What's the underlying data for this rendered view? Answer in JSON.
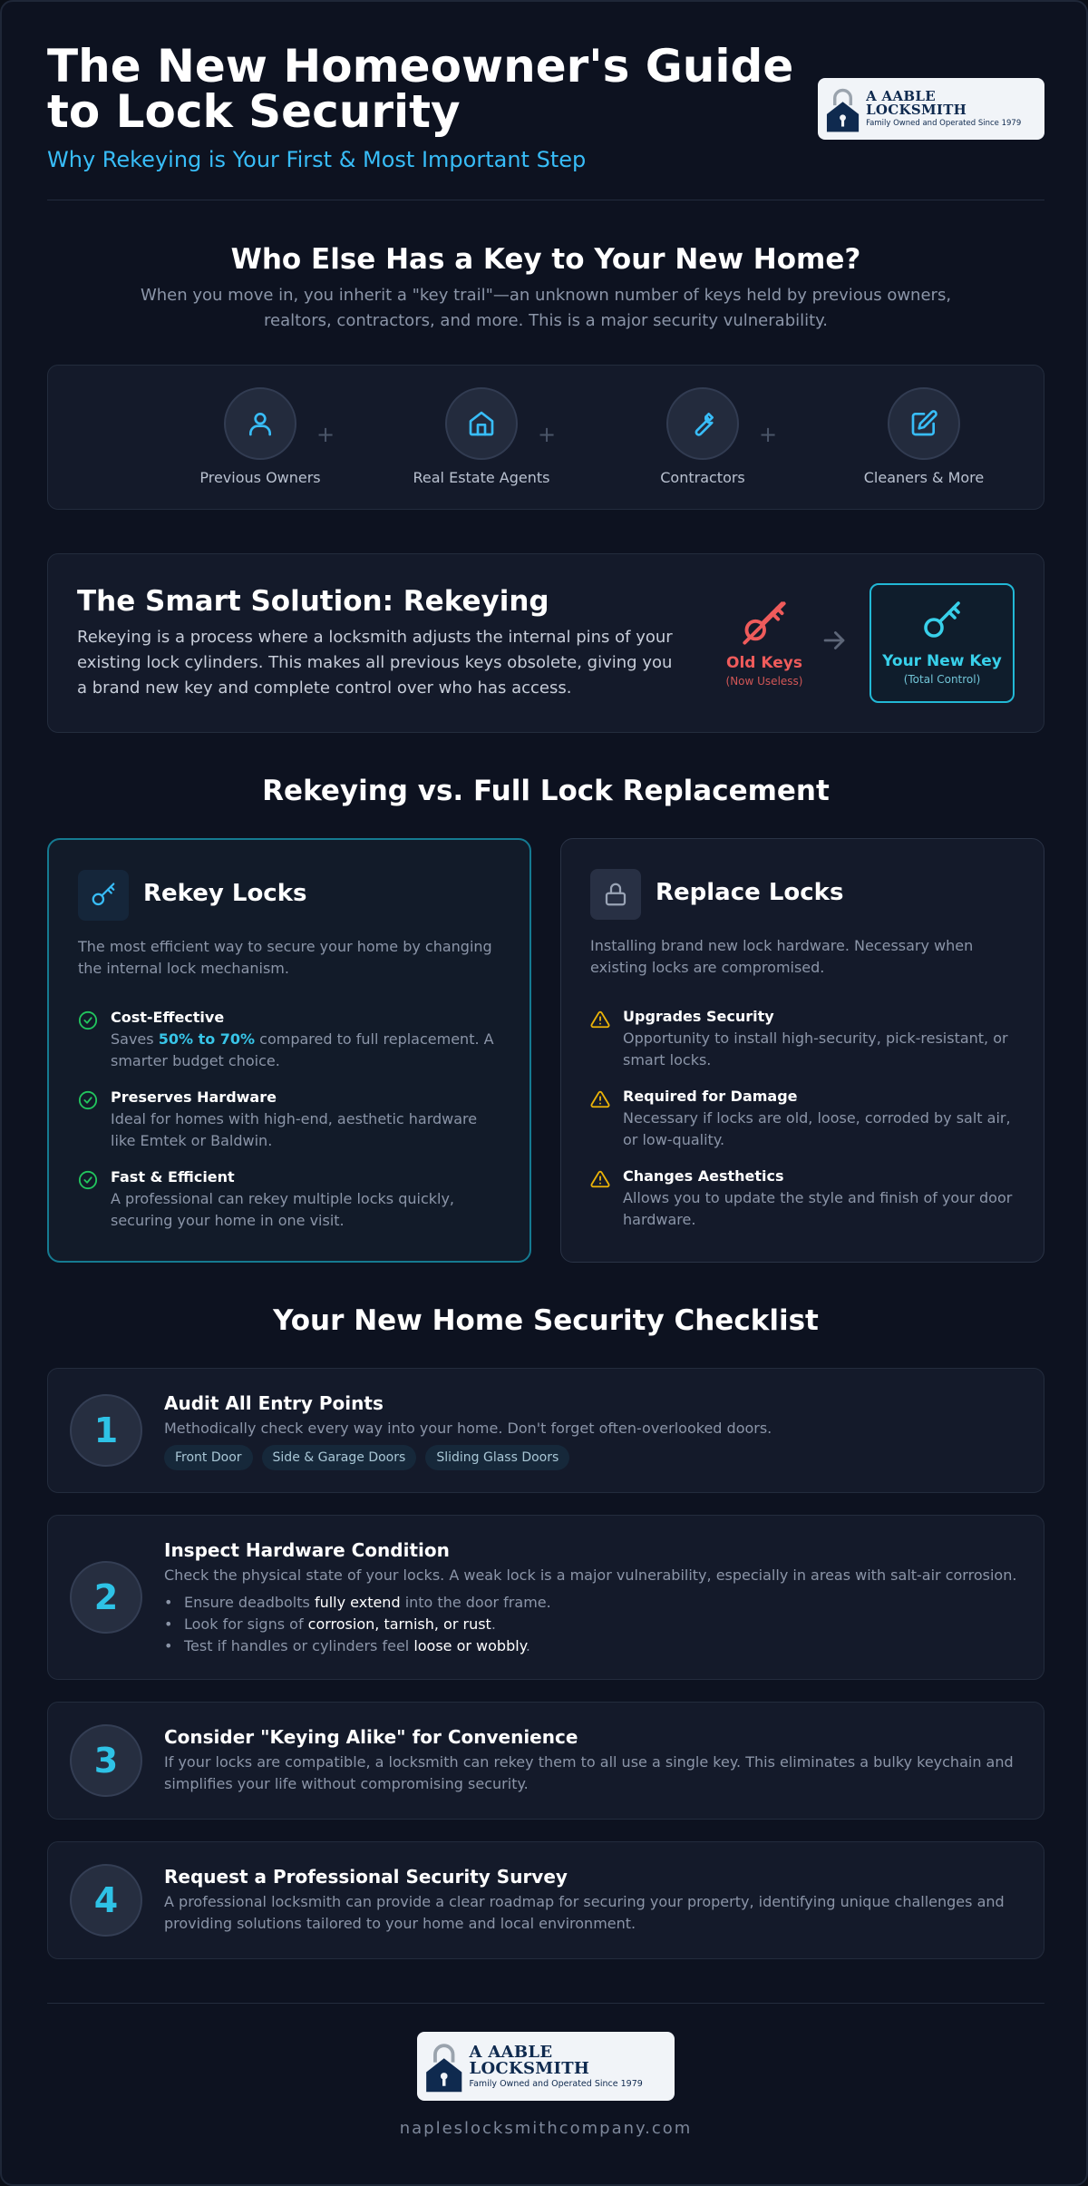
{
  "header": {
    "title": "The New Homeowner's Guide to Lock Security",
    "subtitle": "Why Rekeying is Your First & Most Important Step"
  },
  "logo": {
    "name": "A AABLE LOCKSMITH",
    "tagline": "Family Owned and Operated Since 1979"
  },
  "key_trail": {
    "title": "Who Else Has a Key to Your New Home?",
    "description": "When you move in, you inherit a \"key trail\"—an unknown number of keys held by previous owners, realtors, contractors, and more. This is a major security vulnerability.",
    "holders": [
      {
        "label": "Previous Owners",
        "icon": "user-icon"
      },
      {
        "label": "Real Estate Agents",
        "icon": "house-icon"
      },
      {
        "label": "Contractors",
        "icon": "wrench-icon"
      },
      {
        "label": "Cleaners & More",
        "icon": "edit-icon"
      }
    ],
    "separator": "+"
  },
  "solution": {
    "title": "The Smart Solution: Rekeying",
    "text": "Rekeying is a process where a locksmith adjusts the internal pins of your existing lock cylinders. This makes all previous keys obsolete, giving you a brand new key and complete control over who has access.",
    "old_key_label": "Old Keys",
    "old_key_sub": "(Now Useless)",
    "new_key_label": "Your New Key",
    "new_key_sub": "(Total Control)"
  },
  "comparison": {
    "title": "Rekeying vs. Full Lock Replacement",
    "rekey": {
      "title": "Rekey Locks",
      "intro": "The most efficient way to secure your home by changing the internal lock mechanism.",
      "features": [
        {
          "title": "Cost-Effective",
          "text_pre": "Saves ",
          "highlight": "50% to 70%",
          "text_post": " compared to full replacement. A smarter budget choice."
        },
        {
          "title": "Preserves Hardware",
          "text": "Ideal for homes with high-end, aesthetic hardware like Emtek or Baldwin."
        },
        {
          "title": "Fast & Efficient",
          "text": "A professional can rekey multiple locks quickly, securing your home in one visit."
        }
      ]
    },
    "replace": {
      "title": "Replace Locks",
      "intro": "Installing brand new lock hardware. Necessary when existing locks are compromised.",
      "features": [
        {
          "title": "Upgrades Security",
          "text": "Opportunity to install high-security, pick-resistant, or smart locks."
        },
        {
          "title": "Required for Damage",
          "text": "Necessary if locks are old, loose, corroded by salt air, or low-quality."
        },
        {
          "title": "Changes Aesthetics",
          "text": "Allows you to update the style and finish of your door hardware."
        }
      ]
    }
  },
  "checklist": {
    "title": "Your New Home Security Checklist",
    "steps": [
      {
        "num": "1",
        "title": "Audit All Entry Points",
        "text": "Methodically check every way into your home. Don't forget often-overlooked doors.",
        "tags": [
          "Front Door",
          "Side & Garage Doors",
          "Sliding Glass Doors"
        ]
      },
      {
        "num": "2",
        "title": "Inspect Hardware Condition",
        "text": "Check the physical state of your locks. A weak lock is a major vulnerability, especially in areas with salt-air corrosion.",
        "bullets": [
          {
            "pre": "Ensure deadbolts ",
            "em": "fully extend",
            "post": " into the door frame."
          },
          {
            "pre": "Look for signs of ",
            "em": "corrosion, tarnish, or rust",
            "post": "."
          },
          {
            "pre": "Test if handles or cylinders feel ",
            "em": "loose or wobbly",
            "post": "."
          }
        ]
      },
      {
        "num": "3",
        "title": "Consider \"Keying Alike\" for Convenience",
        "text": "If your locks are compatible, a locksmith can rekey them to all use a single key. This eliminates a bulky keychain and simplifies your life without compromising security."
      },
      {
        "num": "4",
        "title": "Request a Professional Security Survey",
        "text": "A professional locksmith can provide a clear roadmap for securing your property, identifying unique challenges and providing solutions tailored to your home and local environment."
      }
    ]
  },
  "footer": {
    "url": "napleslocksmithcompany.com"
  },
  "colors": {
    "accent": "#38bdf8",
    "danger": "#ef5b5b",
    "success": "#22c55e",
    "warning": "#eab308"
  }
}
